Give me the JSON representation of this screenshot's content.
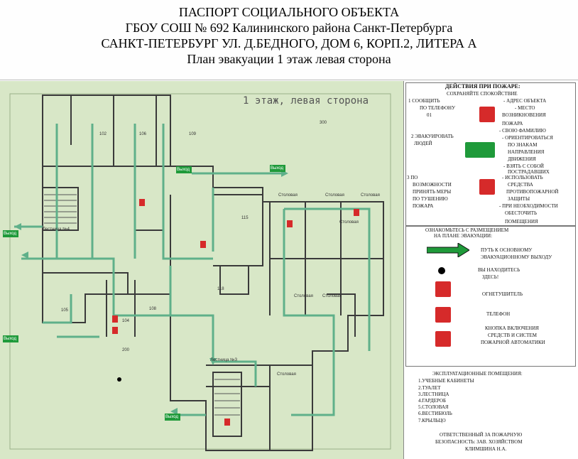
{
  "header": {
    "line1": "ПАСПОРТ СОЦИАЛЬНОГО ОБЪЕКТА",
    "line2": "ГБОУ СОШ № 692 Калининского района Санкт-Петербурга",
    "line3": "САНКТ-ПЕТЕРБУРГ УЛ. Д.БЕДНОГО, ДОМ 6, КОРП.2, ЛИТЕРА А",
    "line4": "План эвакуации 1 этаж левая сторона"
  },
  "plan": {
    "title": "1 этаж, левая сторона",
    "rooms": [
      "102",
      "106",
      "109",
      "115",
      "118",
      "105",
      "108",
      "104",
      "200",
      "300"
    ],
    "labels": [
      "Столовая",
      "Столовая",
      "Столовая",
      "Столовая",
      "Столовая",
      "Столовая",
      "Столовая",
      "Лестница №3",
      "Лестница №4"
    ],
    "exits": [
      "Выход",
      "Выход",
      "Выход",
      "Выход",
      "Выход"
    ]
  },
  "actions": {
    "title": "ДЕЙСТВИЯ ПРИ ПОЖАРЕ:",
    "calm": "СОХРАНЯЙТЕ СПОКОЙСТВИЕ",
    "s1_label": [
      "1 СООБЩИТЬ",
      "ПО ТЕЛЕФОНУ",
      "01"
    ],
    "s1_items": [
      "- АДРЕС ОБЪЕКТА",
      "- МЕСТО",
      "ВОЗНИКНОВЕНИЯ",
      "ПОЖАРА",
      "- СВОЮ ФАМИЛИЮ"
    ],
    "s2_label": [
      "2 ЭВАКУИРОВАТЬ",
      "ЛЮДЕЙ"
    ],
    "s2_items": [
      "- ОРИЕНТИРОВАТЬСЯ",
      "ПО ЗНАКАМ",
      "НАПРАВЛЕНИЯ",
      "ДВИЖЕНИЯ",
      "- ВЗЯТЬ С СОБОЙ",
      "ПОСТРАДАВШИХ"
    ],
    "s3_label": [
      "3 ПО",
      "ВОЗМОЖНОСТИ",
      "ПРИНЯТЬ МЕРЫ",
      "ПО ТУШЕНИЮ",
      "ПОЖАРА"
    ],
    "s3_items": [
      "- ИСПОЛЬЗОВАТЬ",
      "СРЕДСТВА",
      "ПРОТИВОПОЖАРНОЙ",
      "ЗАЩИТЫ",
      "- ПРИ НЕОБХОДИМОСТИ",
      "ОБЕСТОЧИТЬ",
      "ПОМЕЩЕНИЯ"
    ]
  },
  "legend": {
    "title": [
      "ОЗНАКОМЬТЕСЬ С РАЗМЕЩЕНИЕМ",
      "НА ПЛАНЕ ЭВАКУАЦИИ:"
    ],
    "path": [
      "ПУТЬ К ОСНОВНОМУ",
      "ЭВАКУАЦИОННОМУ ВЫХОДУ"
    ],
    "here": [
      "ВЫ НАХОДИТЕСЬ",
      "ЗДЕСЬ!"
    ],
    "extinguisher": "ОГНЕТУШИТЕЛЬ",
    "phone": "ТЕЛЕФОН",
    "button": [
      "КНОПКА ВКЛЮЧЕНИЯ",
      "СРЕДСТВ И СИСТЕМ",
      "ПОЖАРНОЙ АВТОМАТИКИ"
    ]
  },
  "rooms_list": {
    "title": "ЭКСПЛУАТАЦИОННЫЕ ПОМЕЩЕНИЯ:",
    "items": [
      "1.УЧЕБНЫЕ КАБИНЕТЫ",
      "2.ТУАЛЕТ",
      "3.ЛЕСТНИЦА",
      "4.ГАРДЕРОБ",
      "5.СТОЛОВАЯ",
      "6.ВЕСТИБЮЛЬ",
      "7.КРЫЛЬЦО"
    ]
  },
  "responsible": [
    "ОТВЕТСТВЕННЫЙ ЗА ПОЖАРНУЮ",
    "БЕЗОПАСНОСТЬ: ЗАВ. ХОЗЯЙСТВОМ",
    "КЛИМШИНА Н.А."
  ],
  "colors": {
    "wall": "#3a3a3a",
    "route": "#5fb08a",
    "fire": "#d62a2a",
    "exit": "#1f9a3a",
    "floor": "#d8e7c7"
  }
}
